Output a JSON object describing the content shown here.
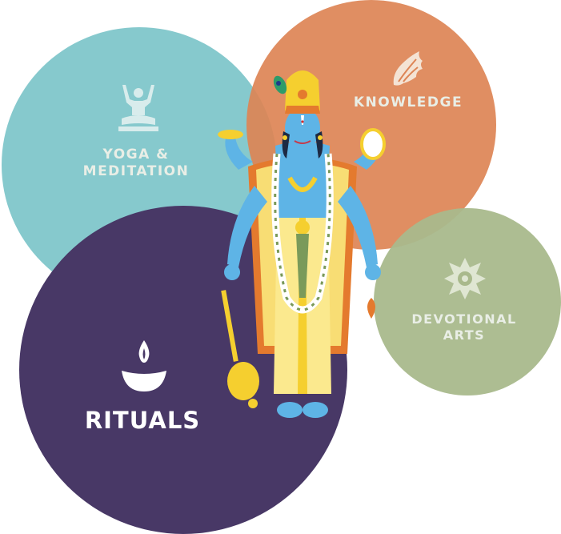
{
  "colors": {
    "yoga": "#7cc4c9",
    "knowledge": "#dd8455",
    "devotional": "#a9b98c",
    "rituals": "#483866",
    "label_light": "#e9eee6",
    "skin": "#5eb4e6",
    "gold": "#f5cf2f",
    "robe": "#f8dd74"
  },
  "sections": {
    "yoga": {
      "label_line1": "YOGA &",
      "label_line2": "MEDITATION",
      "icon": "meditation-figure-icon"
    },
    "knowledge": {
      "label": "KNOWLEDGE",
      "icon": "conch-shell-icon"
    },
    "devotional": {
      "label_line1": "DEVOTIONAL",
      "label_line2": "ARTS",
      "icon": "flower-star-icon"
    },
    "rituals": {
      "label": "RITUALS",
      "icon": "diya-lamp-icon"
    }
  },
  "center_figure": "vishnu-illustration"
}
